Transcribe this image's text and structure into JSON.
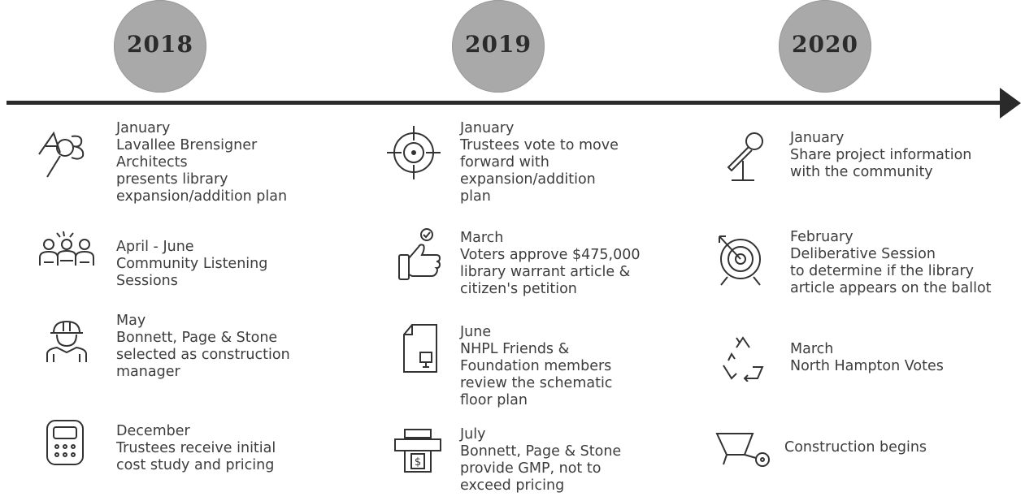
{
  "years": [
    "2018",
    "2019",
    "2020"
  ],
  "events": {
    "y2018": [
      {
        "icon": "architect-ab-icon",
        "month": "January",
        "lines": [
          "Lavallee Brensigner",
          "Architects",
          "presents library",
          "expansion/addition plan"
        ]
      },
      {
        "icon": "community-people-icon",
        "month": "April - June",
        "lines": [
          "Community Listening",
          "Sessions"
        ]
      },
      {
        "icon": "construction-worker-icon",
        "month": "May",
        "lines": [
          "Bonnett, Page & Stone",
          "selected as construction",
          "manager"
        ]
      },
      {
        "icon": "calculator-icon",
        "month": "December",
        "lines": [
          "Trustees receive initial",
          "cost study and pricing"
        ]
      }
    ],
    "y2019": [
      {
        "icon": "crosshair-target-icon",
        "month": "January",
        "lines": [
          "Trustees vote to move",
          "forward with",
          "expansion/addition",
          "plan"
        ]
      },
      {
        "icon": "thumbs-up-check-icon",
        "month": "March",
        "lines": [
          "Voters approve $475,000",
          "library warrant article &",
          "citizen's petition"
        ]
      },
      {
        "icon": "floor-plan-document-icon",
        "month": "June",
        "lines": [
          "NHPL Friends &",
          "Foundation members",
          "review the schematic",
          "floor plan"
        ]
      },
      {
        "icon": "cash-register-icon",
        "month": "July",
        "lines": [
          "Bonnett, Page & Stone",
          "provide GMP, not to",
          "exceed pricing"
        ]
      }
    ],
    "y2020": [
      {
        "icon": "microphone-stand-icon",
        "month": "January",
        "lines": [
          "Share project information",
          "with the community"
        ]
      },
      {
        "icon": "bullseye-target-icon",
        "month": "February",
        "lines": [
          "Deliberative Session",
          "to determine if the library",
          "article appears on the ballot"
        ]
      },
      {
        "icon": "recycle-icon",
        "month": "March",
        "lines": [
          "North Hampton Votes"
        ]
      },
      {
        "icon": "wheelbarrow-icon",
        "month": "",
        "lines": [
          "Construction begins"
        ]
      }
    ]
  }
}
